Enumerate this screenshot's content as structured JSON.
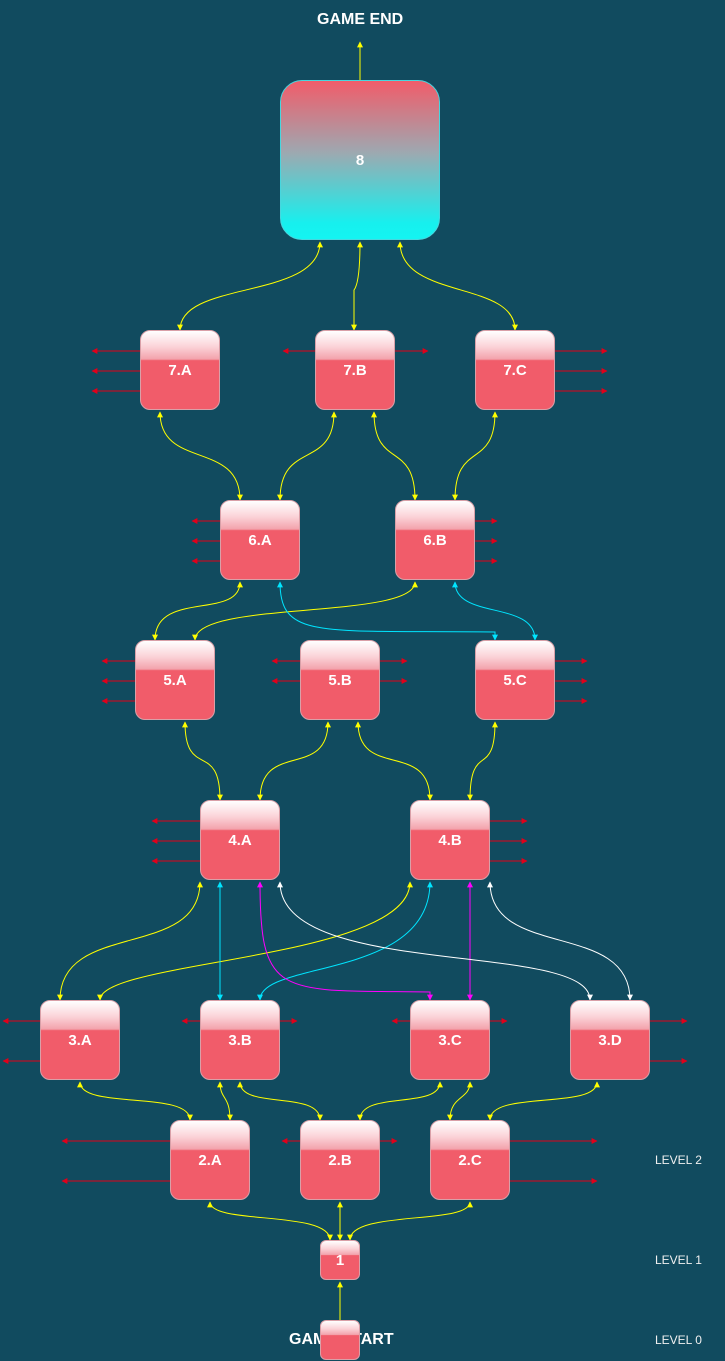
{
  "labels": {
    "game_end": "GAME END",
    "game_start": "GAME START",
    "level_2": "LEVEL 2",
    "level_1": "LEVEL 1",
    "level_0": "LEVEL 0"
  },
  "nodes": {
    "n8": "8",
    "n7a": "7.A",
    "n7b": "7.B",
    "n7c": "7.C",
    "n6a": "6.A",
    "n6b": "6.B",
    "n5a": "5.A",
    "n5b": "5.B",
    "n5c": "5.C",
    "n4a": "4.A",
    "n4b": "4.B",
    "n3a": "3.A",
    "n3b": "3.B",
    "n3c": "3.C",
    "n3d": "3.D",
    "n2a": "2.A",
    "n2b": "2.B",
    "n2c": "2.C",
    "n1": "1",
    "n0": ""
  },
  "colors": {
    "background": "#114b5f",
    "node_fill": "#f15c6a",
    "final_gradient_bottom": "#14f4f2",
    "edge_primary": "#ffff00",
    "edge_cyan": "#00e5ff",
    "edge_magenta": "#ff00ff",
    "edge_white": "#ffffff",
    "exit_arrow": "#e0001a"
  }
}
